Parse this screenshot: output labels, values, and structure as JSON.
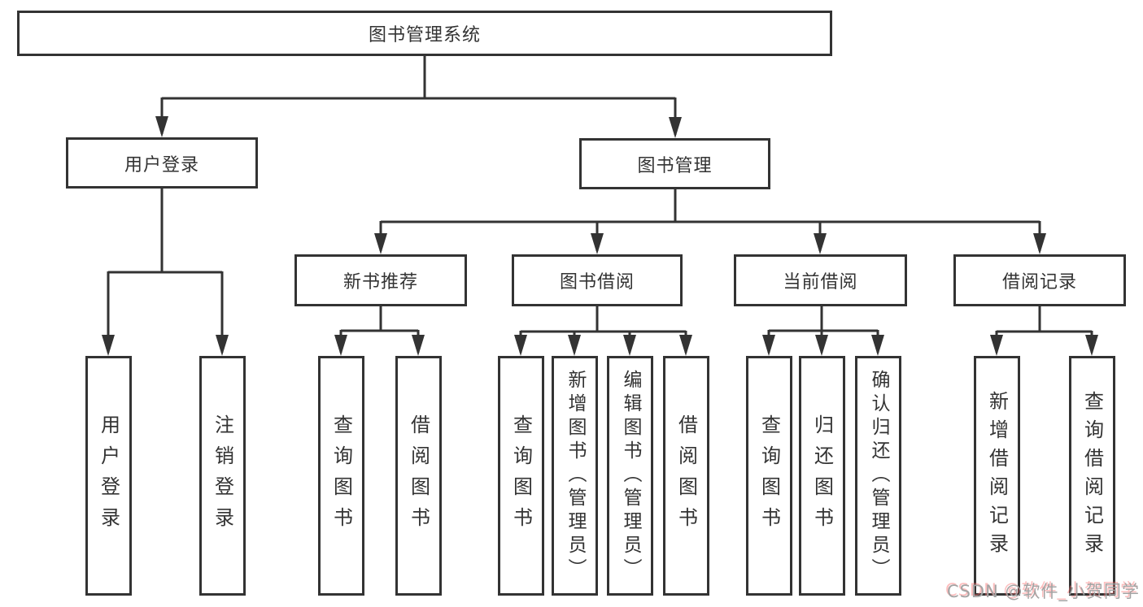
{
  "tree": {
    "label": "图书管理系统",
    "children": [
      {
        "label": "用户登录",
        "children": [
          {
            "label": "用户登录"
          },
          {
            "label": "注销登录"
          }
        ]
      },
      {
        "label": "图书管理",
        "children": [
          {
            "label": "新书推荐",
            "children": [
              {
                "label": "查询图书"
              },
              {
                "label": "借阅图书"
              }
            ]
          },
          {
            "label": "图书借阅",
            "children": [
              {
                "label": "查询图书"
              },
              {
                "label": "新增图书（管理员）"
              },
              {
                "label": "编辑图书（管理员）"
              },
              {
                "label": "借阅图书"
              }
            ]
          },
          {
            "label": "当前借阅",
            "children": [
              {
                "label": "查询图书"
              },
              {
                "label": "归还图书"
              },
              {
                "label": "确认归还（管理员）"
              }
            ]
          },
          {
            "label": "借阅记录",
            "children": [
              {
                "label": "新增借阅记录"
              },
              {
                "label": "查询借阅记录"
              }
            ]
          }
        ]
      }
    ]
  },
  "watermark": {
    "text": "CSDN @软件_小贺同学"
  },
  "colors": {
    "line": "#333333",
    "text": "#333333",
    "background": "#ffffff",
    "watermark": "#a3a3a3",
    "watermark_shadow": "#fa6e6e"
  }
}
